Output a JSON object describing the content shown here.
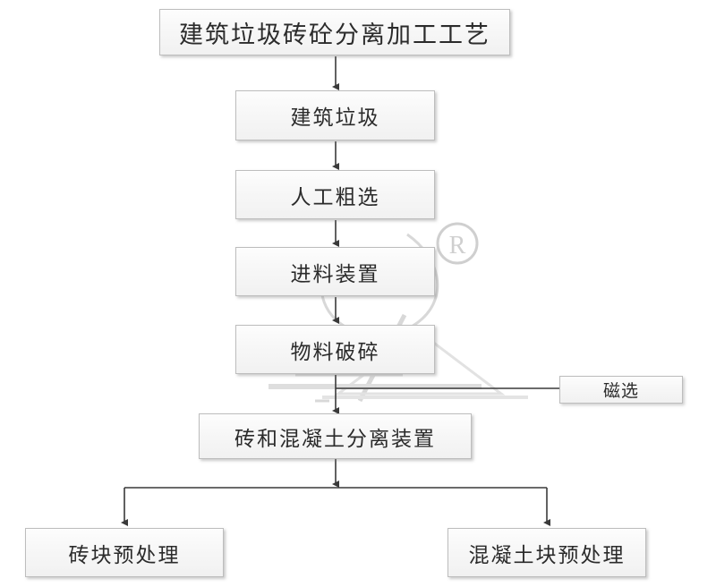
{
  "diagram": {
    "title": "建筑垃圾砖砼分离加工工艺",
    "background_color": "#ffffff",
    "box_border_color": "#bdbdbd",
    "box_fill_color": "#f7f7f7",
    "connector_color": "#3a3a3a",
    "watermark_mark": "®",
    "nodes": [
      {
        "id": "title",
        "label": "建筑垃圾砖砼分离加工工艺"
      },
      {
        "id": "waste",
        "label": "建筑垃圾"
      },
      {
        "id": "manual",
        "label": "人工粗选"
      },
      {
        "id": "feeder",
        "label": "进料装置"
      },
      {
        "id": "crush",
        "label": "物料破碎"
      },
      {
        "id": "magnetic",
        "label": "磁选"
      },
      {
        "id": "separator",
        "label": "砖和混凝土分离装置"
      },
      {
        "id": "brick",
        "label": "砖块预处理"
      },
      {
        "id": "concrete",
        "label": "混凝土块预处理"
      }
    ],
    "edges": [
      {
        "from": "title",
        "to": "waste",
        "type": "arrow-down"
      },
      {
        "from": "waste",
        "to": "manual",
        "type": "arrow-down"
      },
      {
        "from": "manual",
        "to": "feeder",
        "type": "arrow-down"
      },
      {
        "from": "feeder",
        "to": "crush",
        "type": "arrow-down"
      },
      {
        "from": "crush",
        "to": "separator",
        "type": "arrow-down"
      },
      {
        "from": "magnetic",
        "to": "separator",
        "type": "line-left-join"
      },
      {
        "from": "separator",
        "to": "brick",
        "type": "split-arrow-down"
      },
      {
        "from": "separator",
        "to": "concrete",
        "type": "split-arrow-down"
      }
    ]
  }
}
